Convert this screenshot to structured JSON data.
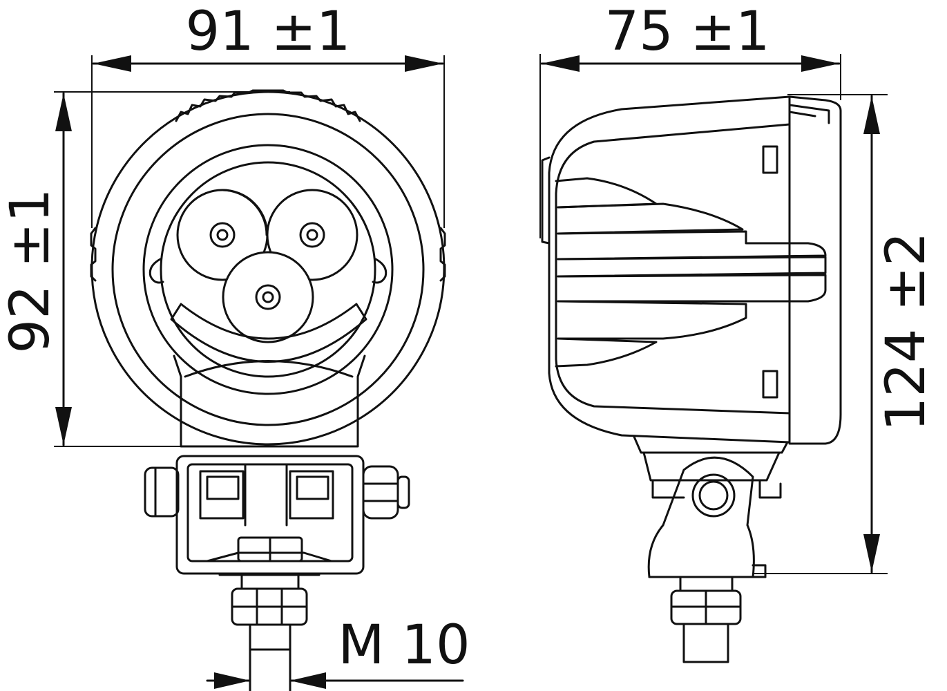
{
  "dimensions": {
    "front_width": "91 ±1",
    "front_height": "92 ±1",
    "side_depth": "75 ±1",
    "side_height": "124 ±2",
    "thread": "M 10"
  }
}
